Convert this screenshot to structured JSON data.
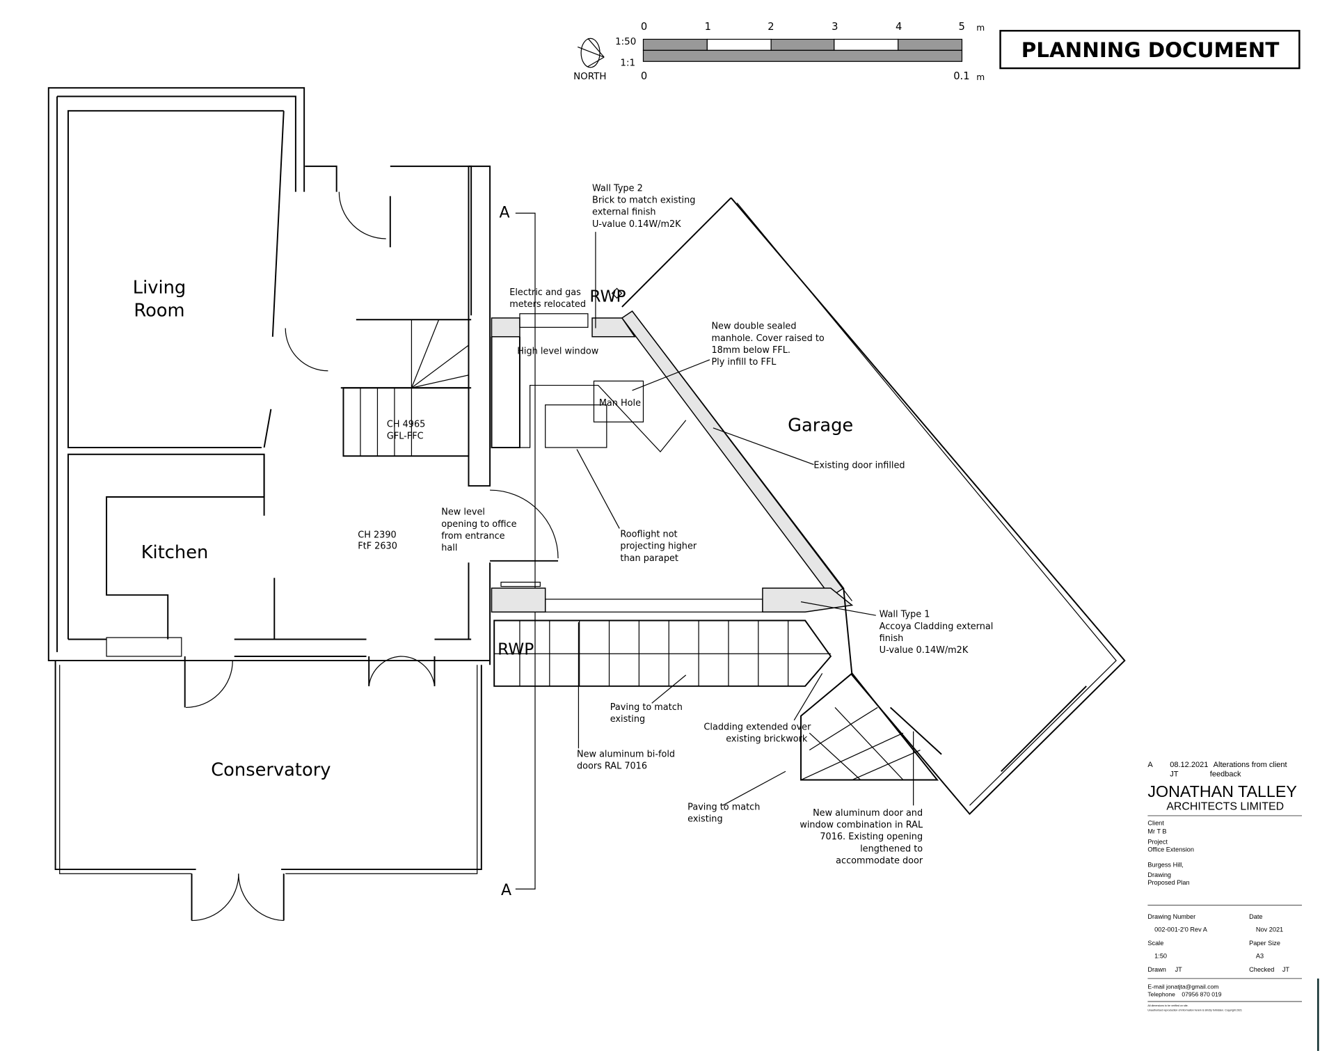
{
  "header": {
    "title": "PLANNING DOCUMENT",
    "north_label": "NORTH",
    "scale_bar": {
      "ratio_top": "1:50",
      "ratio_bottom": "1:1",
      "ticks_top": [
        "0",
        "1",
        "2",
        "3",
        "4",
        "5"
      ],
      "unit_top": "m",
      "ticks_bottom": [
        "0",
        "0.1"
      ],
      "unit_bottom": "m"
    }
  },
  "rooms": {
    "living": [
      "Living",
      "Room"
    ],
    "kitchen": "Kitchen",
    "conservatory": "Conservatory",
    "garage": "Garage"
  },
  "section": {
    "top": "A",
    "bottom": "A"
  },
  "notes": {
    "rwp_top": "RWP",
    "rwp_bottom": "RWP",
    "wall2": [
      "Wall Type 2",
      "Brick to match existing",
      "external finish",
      "U-value 0.14W/m2K"
    ],
    "meters": [
      "Electric and gas",
      "meters relocated"
    ],
    "high_window": "High level window",
    "manhole_note": [
      "New double sealed",
      "manhole. Cover raised to",
      "18mm below FFL.",
      "Ply infill to FFL"
    ],
    "manhole": "Man Hole",
    "stairs": [
      "CH 4965",
      "GFL-FFC"
    ],
    "hall": [
      "CH 2390",
      "FtF 2630"
    ],
    "opening": [
      "New level",
      "opening to office",
      "from entrance",
      "hall"
    ],
    "rooflight": [
      "Rooflight not",
      "projecting higher",
      "than parapet"
    ],
    "door_infilled": "Existing door infilled",
    "wall1": [
      "Wall Type 1",
      "Accoya Cladding external",
      "finish",
      "U-value 0.14W/m2K"
    ],
    "paving1": [
      "Paving to match",
      "existing"
    ],
    "cladding": [
      "Cladding extended over",
      "existing brickwork"
    ],
    "bifold": [
      "New aluminum bi-fold",
      "doors RAL 7016"
    ],
    "paving2": [
      "Paving to match",
      "existing"
    ],
    "door_window": [
      "New aluminum door and",
      "window combination in RAL",
      "7016. Existing opening",
      "lengthened to",
      "accommodate door"
    ]
  },
  "title_block": {
    "revision": {
      "rev": "A",
      "date": "08.12.2021",
      "desc1": "Alterations from client",
      "by": "JT",
      "desc2": "feedback"
    },
    "company": "JONATHAN TALLEY",
    "company_sub": "ARCHITECTS LIMITED",
    "client_label": "Client",
    "client": "Mr T B",
    "project_label": "Project",
    "project": "Office Extension",
    "location": "Burgess Hill,",
    "drawing_label": "Drawing",
    "drawing": "Proposed Plan",
    "drawing_number_label": "Drawing Number",
    "drawing_number": "002-001-2'0 Rev A",
    "date_label": "Date",
    "date": "Nov 2021",
    "scale_label": "Scale",
    "scale": "1:50",
    "paper_label": "Paper Size",
    "paper": "A3",
    "drawn_label": "Drawn",
    "drawn": "JT",
    "checked_label": "Checked",
    "checked": "JT",
    "email": "E-mail jonatjta@gmail.com",
    "phone": "Telephone    07956 870 019",
    "disclaimer1": "All dimensions to be verified on site.",
    "disclaimer2": "Unauthorised reproduction of information herein is strictly forbidden. Copyright 2021"
  }
}
